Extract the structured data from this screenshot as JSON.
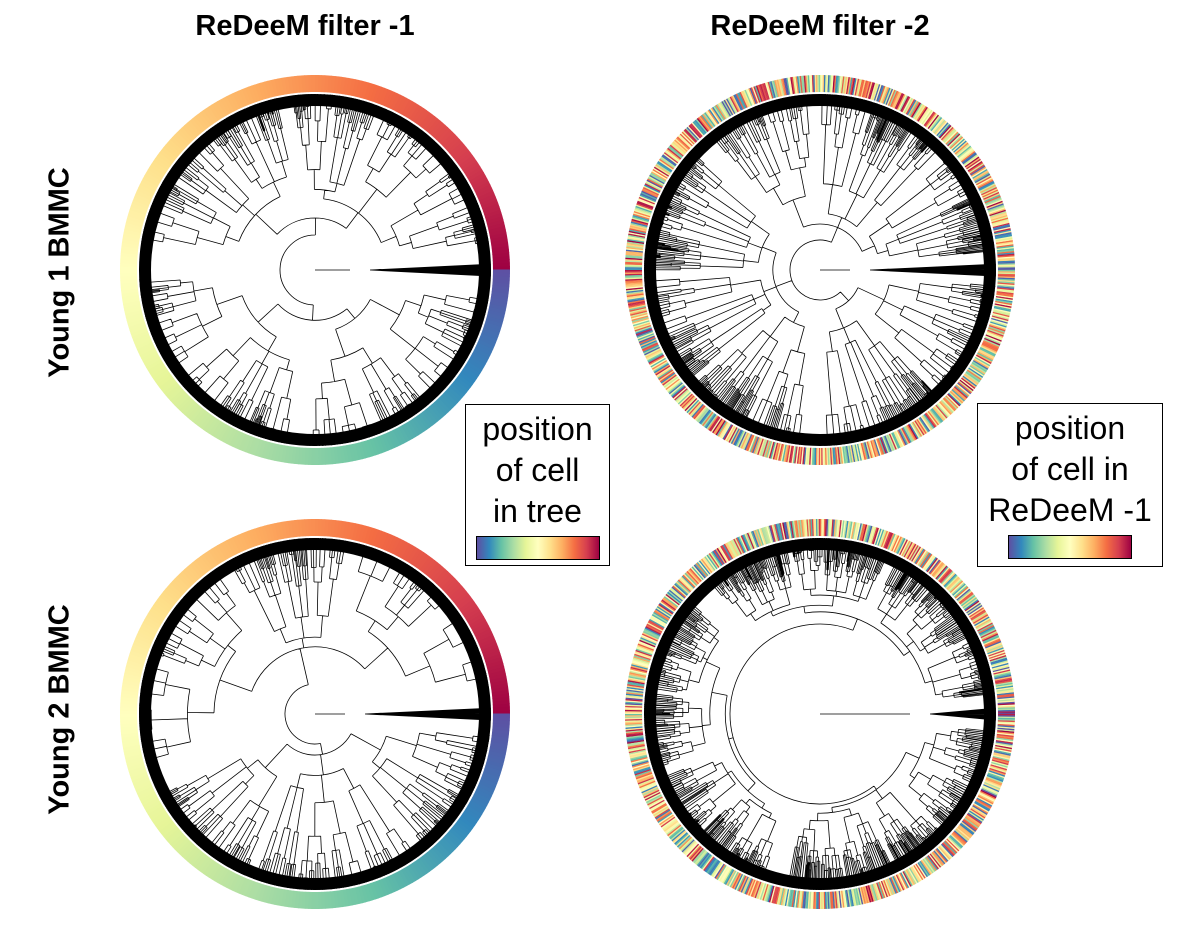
{
  "columns": [
    "ReDeeM filter -1",
    "ReDeeM filter -2"
  ],
  "rows": [
    "Young 1 BMMC",
    "Young 2 BMMC"
  ],
  "legend_left": {
    "lines": [
      "position",
      "of cell",
      "in tree"
    ],
    "colormap": "Spectral (blue to red)"
  },
  "legend_right": {
    "lines": [
      "position",
      "of cell in",
      "ReDeeM -1"
    ],
    "colormap": "Spectral (blue to red)"
  },
  "colors": {
    "spectral": [
      "#5e4fa2",
      "#3288bd",
      "#66c2a5",
      "#abdda4",
      "#e6f598",
      "#ffffbf",
      "#fee08b",
      "#fdae61",
      "#f46d43",
      "#d53e4f",
      "#9e0142"
    ],
    "branch": "#000000"
  }
}
